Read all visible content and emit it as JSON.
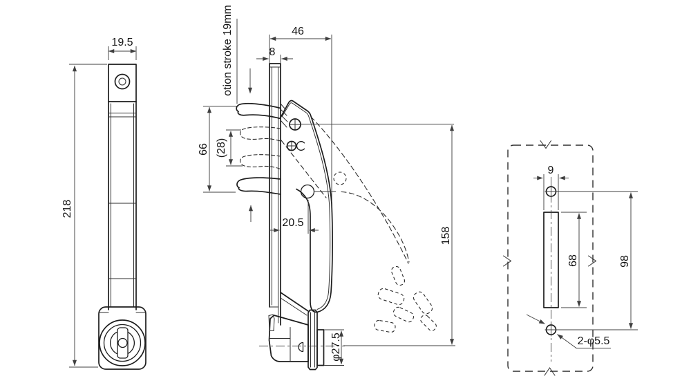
{
  "front_view": {
    "width": "19.5",
    "height": "218"
  },
  "side_view": {
    "stroke_note": "otion stroke 19mm",
    "top_width": "46",
    "plate_thickness": "8",
    "hook_span": "66",
    "hook_gap": "(28)",
    "grip_offset": "20.5",
    "mount_height": "158",
    "barrel_diameter": "φ27.5"
  },
  "mounting_view": {
    "slot_width": "9",
    "slot_length": "68",
    "hole_pitch": "98",
    "hole_spec": "2-φ5.5"
  },
  "colors": {
    "background": "#ffffff",
    "outline": "#1c1c1c",
    "dimension_line": "#3f3f3f",
    "text": "#141414"
  }
}
